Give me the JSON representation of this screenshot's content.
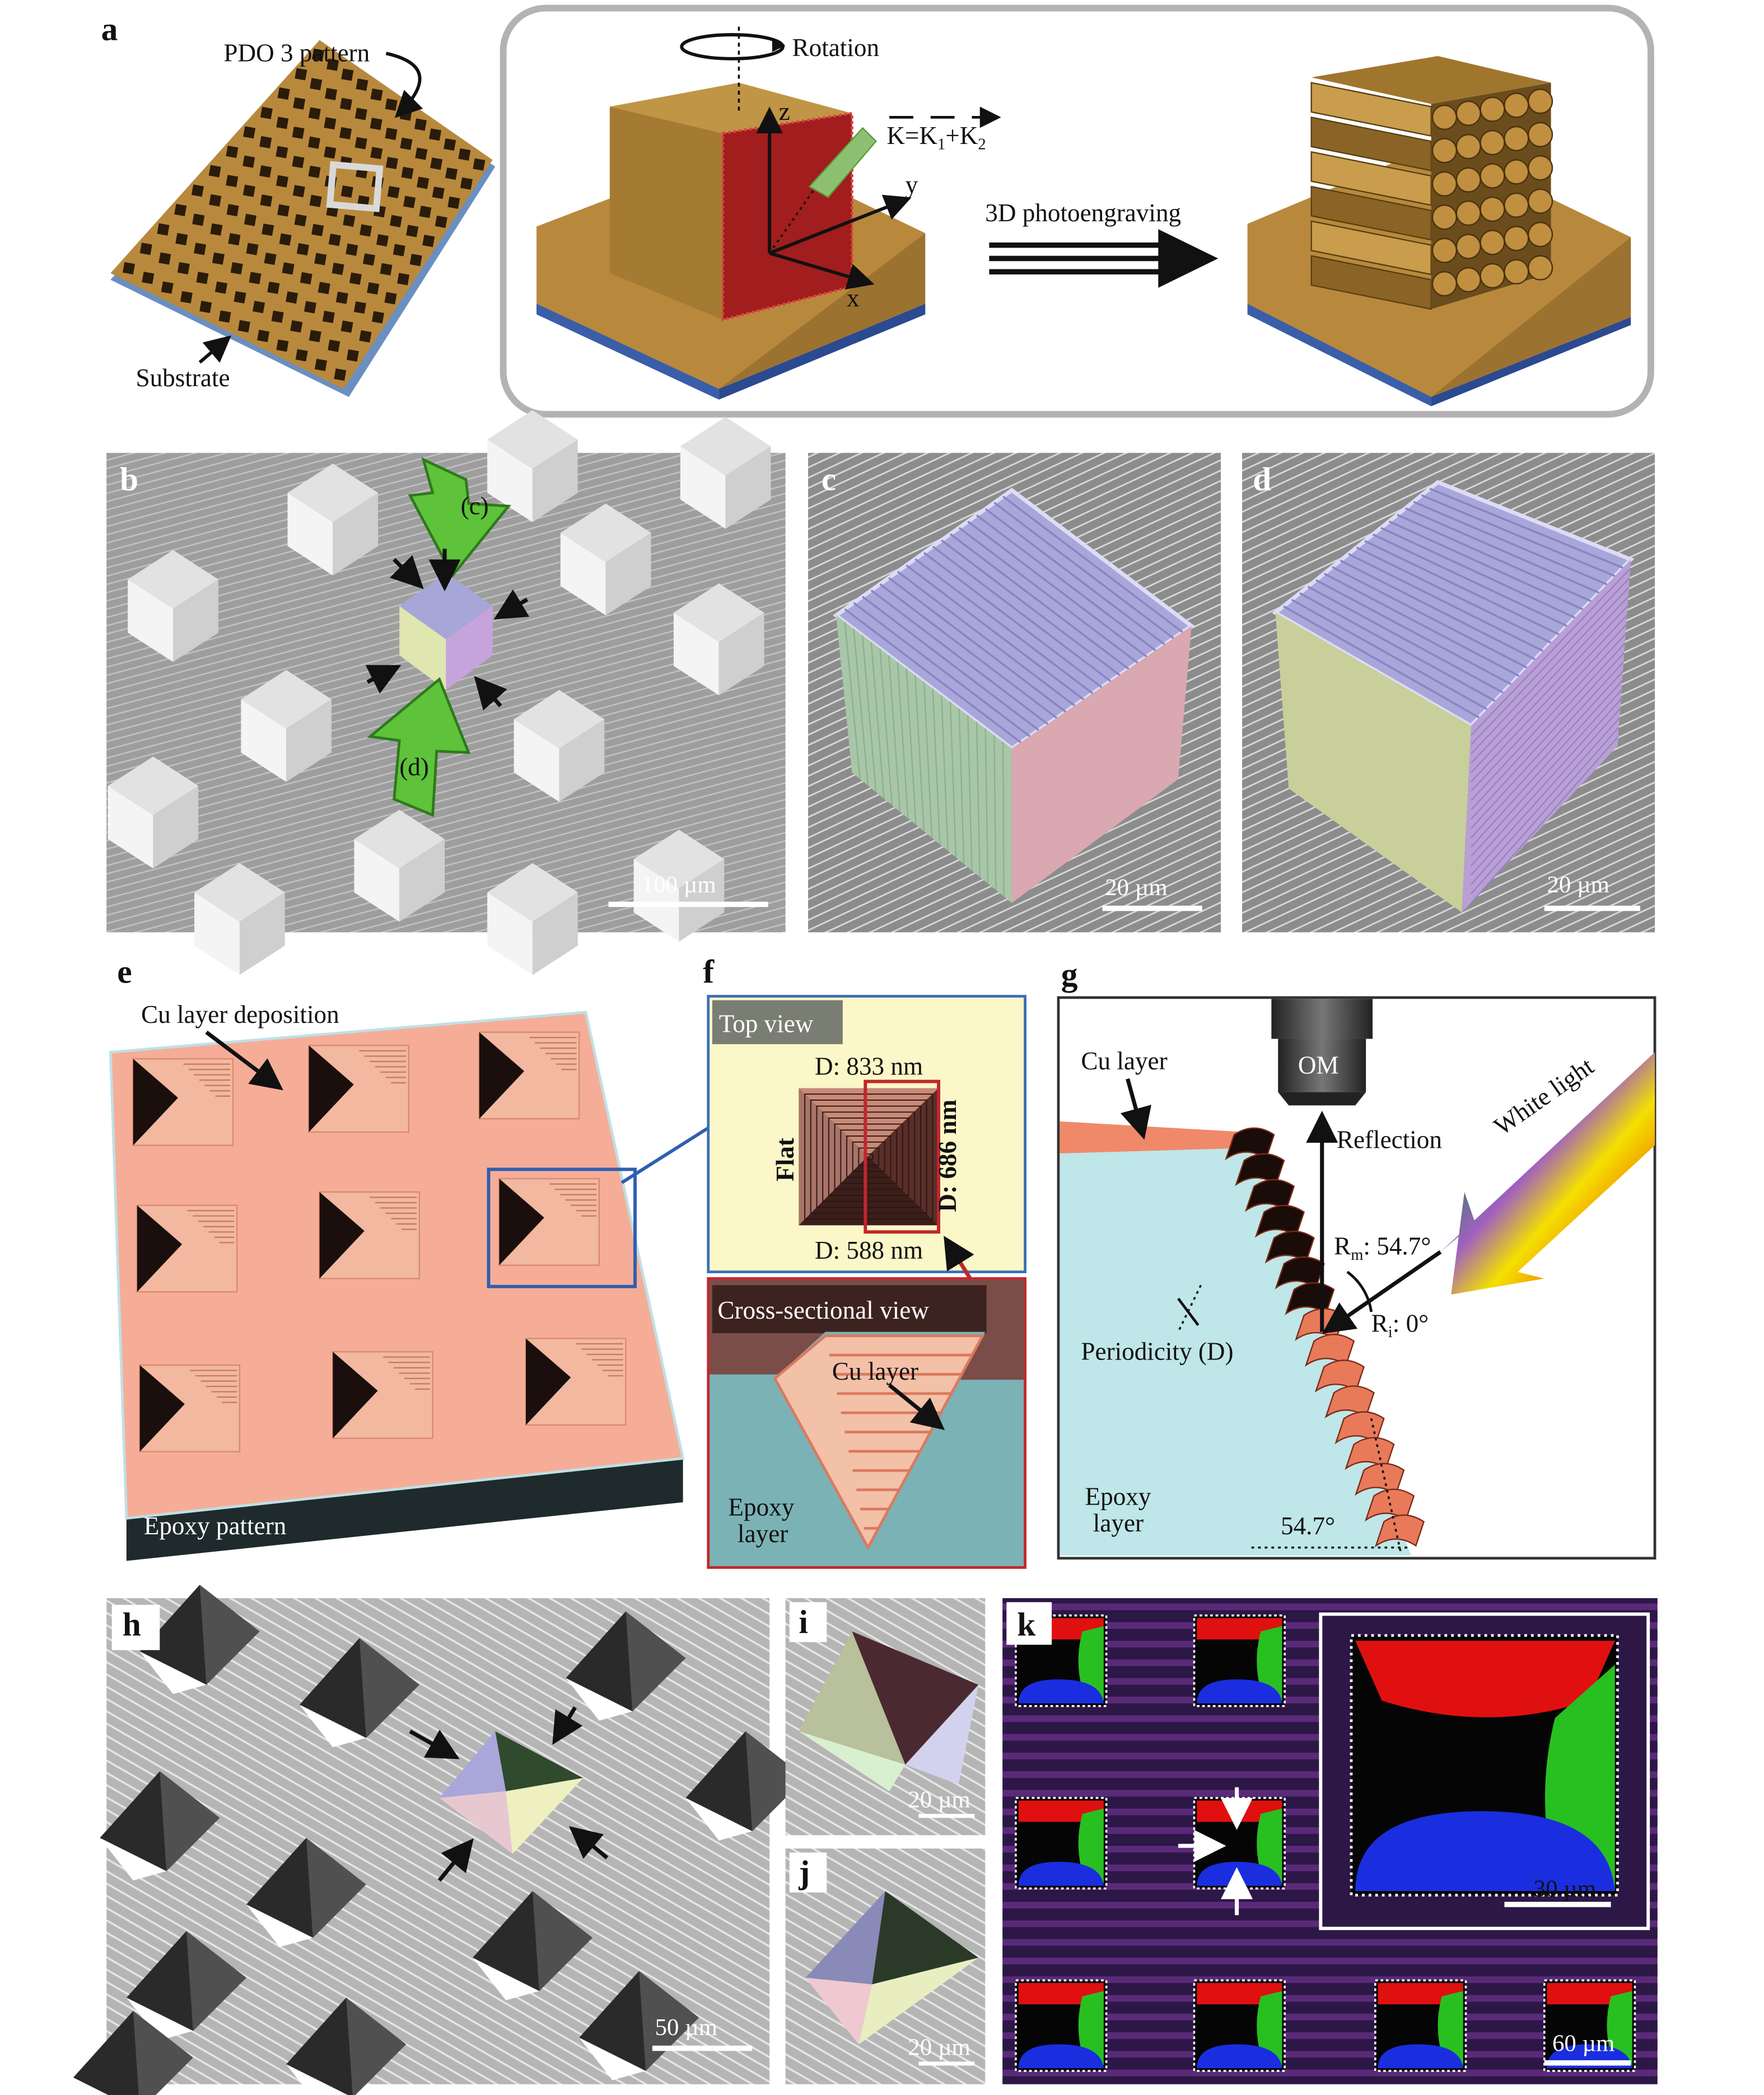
{
  "panels": {
    "a": {
      "letter": "a",
      "pdo_label": "PDO 3 pattern",
      "substrate_label": "Substrate",
      "rotation_label": "Rotation",
      "axis_z": "z",
      "axis_y": "y",
      "axis_x": "x",
      "k_eq": "K=K",
      "k1": "1",
      "k_plus": "+K",
      "k2": "2",
      "process_label": "3D photoengraving"
    },
    "b": {
      "letter": "b",
      "arrow_c": "(c)",
      "arrow_d": "(d)",
      "scale": "100 µm"
    },
    "c": {
      "letter": "c",
      "scale": "20 µm"
    },
    "d": {
      "letter": "d",
      "scale": "20 µm"
    },
    "e": {
      "letter": "e",
      "cu_label": "Cu layer deposition",
      "epoxy_label": "Epoxy pattern"
    },
    "f": {
      "letter": "f",
      "top_view": "Top view",
      "d833": "D: 833 nm",
      "d686": "D: 686 nm",
      "flat": "Flat",
      "d588": "D: 588 nm",
      "cross_view": "Cross-sectional view",
      "cu_layer": "Cu layer",
      "epoxy1": "Epoxy",
      "epoxy2": "layer"
    },
    "g": {
      "letter": "g",
      "cu_layer": "Cu layer",
      "om": "OM",
      "reflection": "Reflection",
      "white_light": "White light",
      "rm": "R",
      "rm_sub": "m",
      "rm_val": ": 54.7°",
      "ri": "R",
      "ri_sub": "i",
      "ri_val": ": 0°",
      "periodicity": "Periodicity (D)",
      "epoxy1": "Epoxy",
      "epoxy2": "layer",
      "angle": "54.7°"
    },
    "h": {
      "letter": "h",
      "scale": "50 µm"
    },
    "i": {
      "letter": "i",
      "scale": "20 µm"
    },
    "j": {
      "letter": "j",
      "scale": "20 µm"
    },
    "k": {
      "letter": "k",
      "inset_scale": "30 µm",
      "scale": "60 µm"
    }
  },
  "colors": {
    "gold": "#b8893d",
    "cu": "#f4a98e",
    "epoxy": "#bfe6e8",
    "sem": "#a3a3a3",
    "om_bg": "#3a1d55"
  }
}
